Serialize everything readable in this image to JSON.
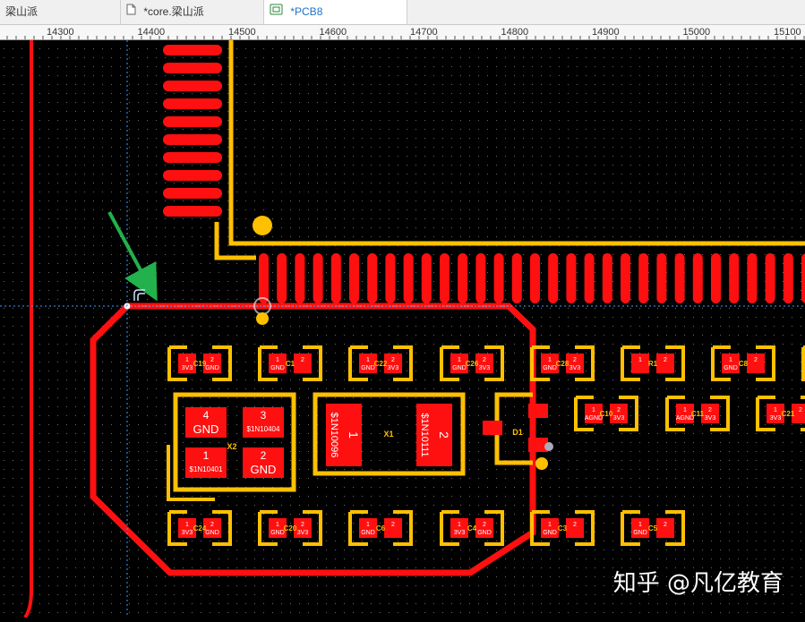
{
  "tabs": [
    {
      "label": "梁山派",
      "icon": "none"
    },
    {
      "label": "*core.梁山派",
      "icon": "document-icon"
    },
    {
      "label": "*PCB8",
      "icon": "pcb-icon",
      "active": true
    }
  ],
  "ruler": {
    "labels": [
      "14300",
      "14400",
      "14500",
      "14600",
      "14700",
      "14800",
      "14900",
      "15000",
      "15100"
    ]
  },
  "colors": {
    "background": "#000000",
    "copper": "#ff1010",
    "silk": "#ffc000",
    "selection": "#ffffff",
    "arrow": "#22b14c",
    "crosshair": "#3aa0ff"
  },
  "components": {
    "capacitors_top": [
      {
        "designator": "C19",
        "pad1_net": "3V3",
        "pad2_net": "GND"
      },
      {
        "designator": "C1",
        "pad1_net": "GND",
        "pad2_net": ""
      },
      {
        "designator": "C22",
        "pad1_net": "GND",
        "pad2_net": "3V3"
      },
      {
        "designator": "C26",
        "pad1_net": "GND",
        "pad2_net": "3V3"
      },
      {
        "designator": "C28",
        "pad1_net": "GND",
        "pad2_net": "3V3"
      },
      {
        "designator": "R1",
        "pad1_net": "",
        "pad2_net": ""
      },
      {
        "designator": "C8",
        "pad1_net": "GND",
        "pad2_net": ""
      }
    ],
    "capacitors_mid": [
      {
        "designator": "C10",
        "pad1_net": "AGND",
        "pad2_net": "3V3"
      },
      {
        "designator": "C11",
        "pad1_net": "AGND",
        "pad2_net": "3V3"
      },
      {
        "designator": "C21",
        "pad1_net": "3V3",
        "pad2_net": ""
      }
    ],
    "capacitors_bottom": [
      {
        "designator": "C24",
        "pad1_net": "3V3",
        "pad2_net": "GND"
      },
      {
        "designator": "C20",
        "pad1_net": "GND",
        "pad2_net": "3V3"
      },
      {
        "designator": "C6",
        "pad1_net": "GND",
        "pad2_net": ""
      },
      {
        "designator": "C4",
        "pad1_net": "3V3",
        "pad2_net": "GND"
      },
      {
        "designator": "C3",
        "pad1_net": "GND",
        "pad2_net": ""
      },
      {
        "designator": "C5",
        "pad1_net": "GND",
        "pad2_net": ""
      }
    ],
    "x2": {
      "designator": "X2",
      "pads": [
        {
          "num": "4",
          "net": "GND"
        },
        {
          "num": "3",
          "net": "$1N10404"
        },
        {
          "num": "1",
          "net": "$1N10401"
        },
        {
          "num": "2",
          "net": "GND"
        }
      ]
    },
    "x1": {
      "designator": "X1",
      "pads": [
        {
          "num": "1",
          "net": "$1N10096"
        },
        {
          "num": "2",
          "net": "$1N10111"
        }
      ]
    },
    "d1": {
      "designator": "D1"
    }
  },
  "watermark": "知乎 @凡亿教育"
}
